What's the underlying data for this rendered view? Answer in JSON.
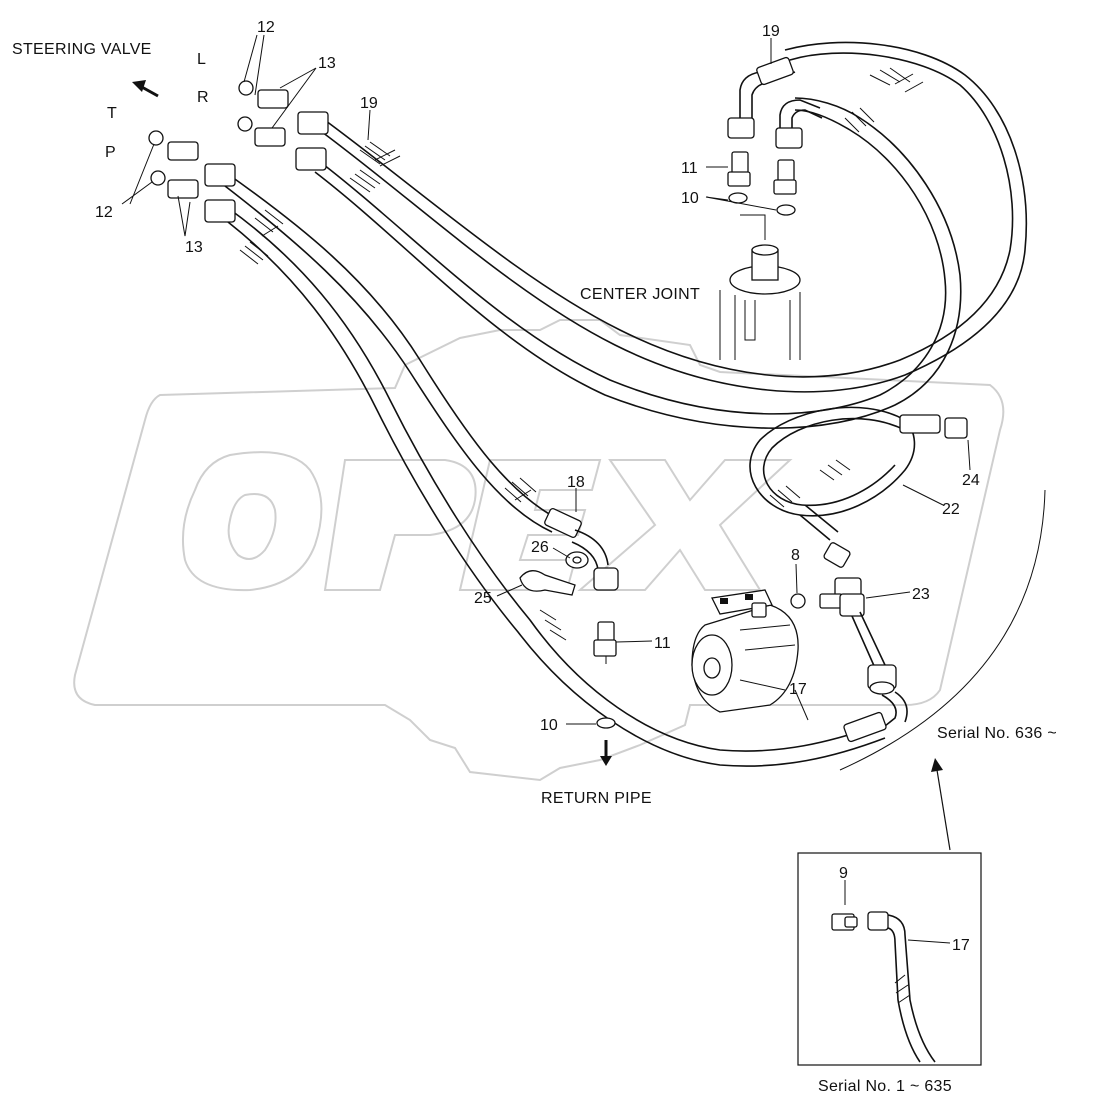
{
  "labels": {
    "steering_valve": "STEERING VALVE",
    "center_joint": "CENTER JOINT",
    "return_pipe": "RETURN PIPE",
    "serial_new": "Serial No. 636 ~",
    "serial_old": "Serial No. 1 ~ 635",
    "port_l": "L",
    "port_r": "R",
    "port_t": "T",
    "port_p": "P"
  },
  "callouts": {
    "c12_top": "12",
    "c13_top": "13",
    "c12_left": "12",
    "c13_left": "13",
    "c19_top": "19",
    "c19_mid": "19",
    "c11_top": "11",
    "c10_top": "10",
    "c24": "24",
    "c22": "22",
    "c18": "18",
    "c26": "26",
    "c25": "25",
    "c8": "8",
    "c23": "23",
    "c11_low": "11",
    "c17": "17",
    "c10_low": "10",
    "c9_inset": "9",
    "c17_inset": "17"
  },
  "watermark": "OPEX"
}
